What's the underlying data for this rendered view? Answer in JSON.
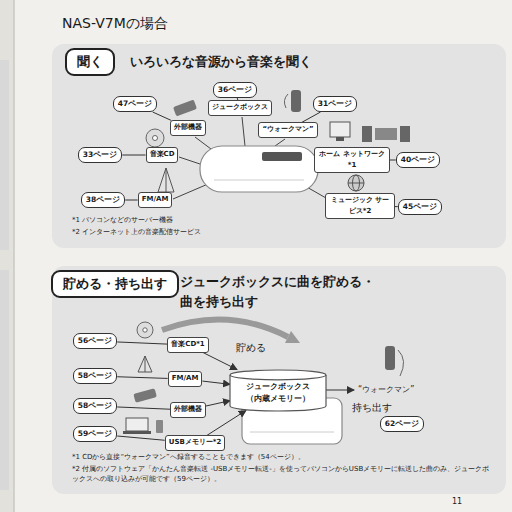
{
  "diagram": {
    "title": "NAS-V7Mの場合",
    "nodes": [
      {
        "text": [
          "いろいろな音源から音楽を聞く"
        ]
      },
      {
        "text": [
          "聞く"
        ],
        "in": 0
      },
      {
        "text": [
          "36ページ"
        ],
        "in": 0
      },
      {
        "text": [
          "ジュークボックス"
        ],
        "in": 0
      },
      {
        "text": [
          "47ページ"
        ],
        "in": 0
      },
      {
        "text": [
          "外部機器"
        ],
        "in": 0
      },
      {
        "text": [
          "31ページ"
        ],
        "in": 0
      },
      {
        "text": [
          "“ウォークマン”"
        ],
        "in": 0
      },
      {
        "text": [
          "33ページ"
        ],
        "in": 0
      },
      {
        "text": [
          "音楽CD"
        ],
        "in": 0
      },
      {
        "text": [
          "40ページ"
        ],
        "in": 0
      },
      {
        "text": [
          "ホーム ネットワーク*1"
        ],
        "in": 0
      },
      {
        "text": [
          "38ページ"
        ],
        "in": 0
      },
      {
        "text": [
          "FM/AM"
        ],
        "in": 0
      },
      {
        "text": [
          "45ページ"
        ],
        "in": 0
      },
      {
        "text": [
          "ミュージック サービス*2"
        ],
        "in": 0
      },
      {
        "text": [
          "ジュークボックスに曲を貯める・曲を持ち出す"
        ]
      },
      {
        "text": [
          "貯める・持ち出す"
        ],
        "in": 16
      },
      {
        "text": [
          "56ページ"
        ],
        "in": 16
      },
      {
        "text": [
          "音楽CD*1"
        ],
        "in": 16
      },
      {
        "text": [
          "58ページ"
        ],
        "in": 16
      },
      {
        "text": [
          "FM/AM"
        ],
        "in": 16
      },
      {
        "text": [
          "58ページ"
        ],
        "in": 16
      },
      {
        "text": [
          "外部機器"
        ],
        "in": 16
      },
      {
        "text": [
          "59ページ"
        ],
        "in": 16
      },
      {
        "text": [
          "USBメモリー*2"
        ],
        "in": 16
      },
      {
        "text": [
          "ジュークボックス （内蔵メモリー）"
        ],
        "in": 16
      },
      {
        "text": [
          "62ページ"
        ],
        "in": 16
      }
    ],
    "edges": [
      {
        "from": 2,
        "to": 3,
        "arrow": "none"
      },
      {
        "from": 4,
        "to": 5,
        "arrow": "none"
      },
      {
        "from": 6,
        "to": 7,
        "arrow": "none"
      },
      {
        "from": 8,
        "to": 9,
        "arrow": "none"
      },
      {
        "from": 10,
        "to": 11,
        "arrow": "none"
      },
      {
        "from": 12,
        "to": 13,
        "arrow": "none"
      },
      {
        "from": 14,
        "to": 15,
        "arrow": "none"
      },
      {
        "from": 18,
        "to": 19,
        "arrow": "none"
      },
      {
        "from": 20,
        "to": 21,
        "arrow": "none"
      },
      {
        "from": 22,
        "to": 23,
        "arrow": "none"
      },
      {
        "from": 24,
        "to": 25,
        "arrow": "none"
      },
      {
        "from": 19,
        "to": 26,
        "arrow": "to"
      },
      {
        "from": 21,
        "to": 26,
        "arrow": "to"
      },
      {
        "from": 23,
        "to": 26,
        "arrow": "to"
      },
      {
        "from": 25,
        "to": 26,
        "arrow": "to"
      }
    ],
    "labels": [
      "*1 パソコンなどのサーバー機器",
      "*2 インターネット上の音楽配信サービス",
      "貯める",
      "“ウォークマン”",
      "持ち出す",
      "*1 CDから直接“ウォークマン”へ録音することもできます（54ページ）。",
      "*2 付属のソフトウェア「かんたん音楽転送 -USBメモリー転送-」を使ってパソコンからUSBメモリーに転送した曲のみ、ジュークボックスへの取り込みが可能です（59ページ）。",
      "11"
    ]
  }
}
